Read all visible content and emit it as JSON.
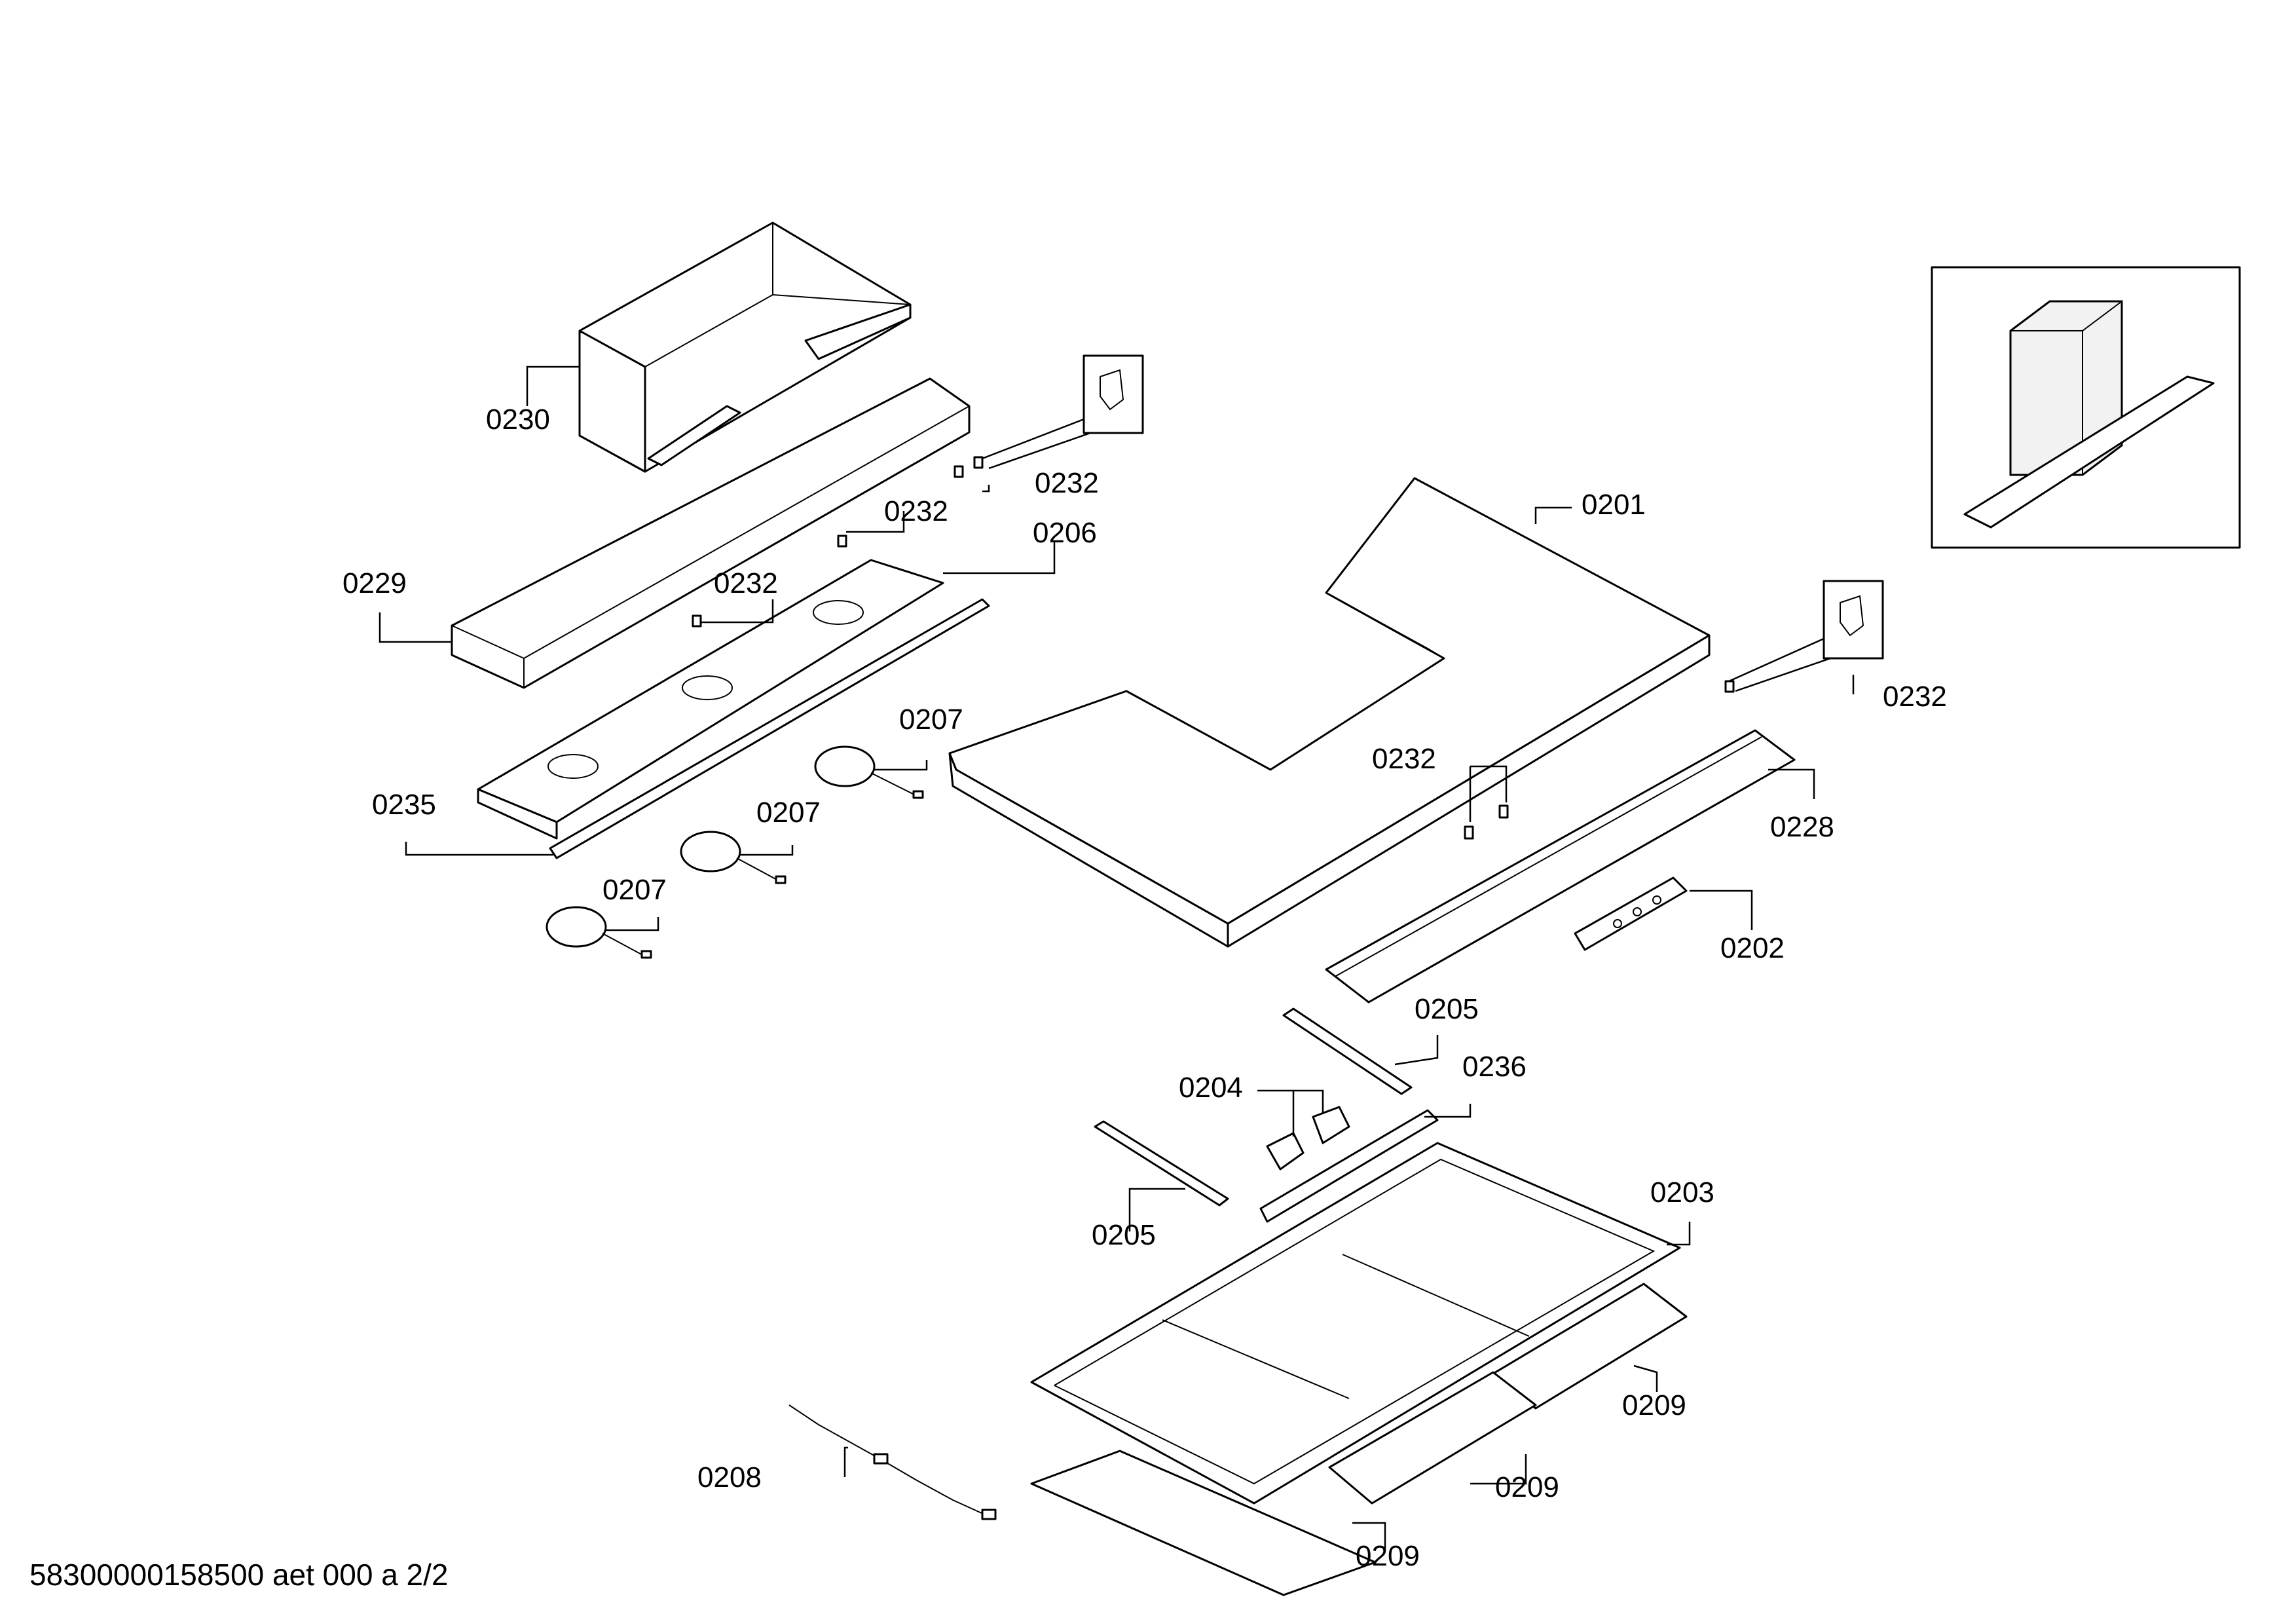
{
  "footer": "58300000158500 aet 000 a 2/2",
  "parts": {
    "p0201": "0201",
    "p0202": "0202",
    "p0203": "0203",
    "p0204": "0204",
    "p0205": "0205",
    "p0206": "0206",
    "p0207": "0207",
    "p0208": "0208",
    "p0209": "0209",
    "p0228": "0228",
    "p0229": "0229",
    "p0230": "0230",
    "p0232": "0232",
    "p0235": "0235",
    "p0236": "0236"
  }
}
